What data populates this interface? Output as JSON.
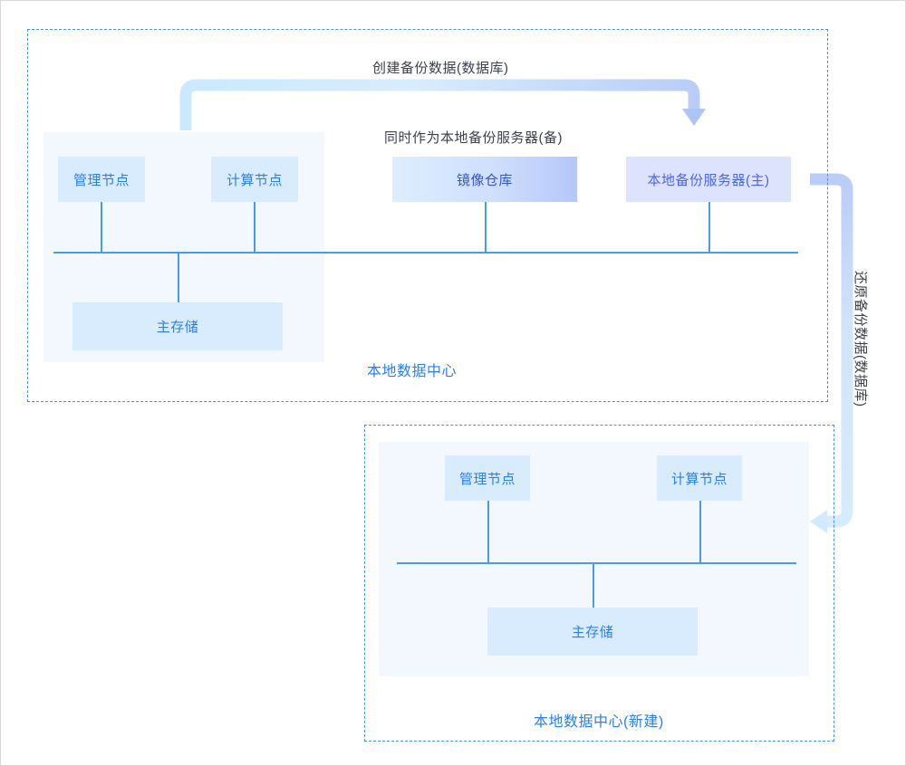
{
  "diagram": {
    "title_hidden": "",
    "colors": {
      "frame_dashed": "#4a90e8",
      "panel_bg": "#f3f8fe",
      "node_blue": "#d9ecfd",
      "node_lavender": "#dee3fd",
      "accent_text": "#2b7fe8",
      "line": "#4a9be8",
      "arrow_light": "#d6ecfc",
      "arrow_periwinkle": "#aec4f5",
      "caption_text": "#3b3f4a"
    },
    "captions": {
      "create_backup": "创建备份数据(数据库)",
      "also_standby": "同时作为本地备份服务器(备)",
      "restore_backup": "还原备份数据(数据库)"
    },
    "datacenter_top": {
      "label": "本地数据中心",
      "nodes": {
        "mgmt": "管理节点",
        "compute": "计算节点",
        "registry": "镜像仓库",
        "backup_server": "本地备份服务器(主)",
        "storage": "主存储"
      }
    },
    "datacenter_bottom": {
      "label": "本地数据中心(新建)",
      "nodes": {
        "mgmt": "管理节点",
        "compute": "计算节点",
        "storage": "主存储"
      }
    },
    "arrows": [
      {
        "name": "create-backup-arrow",
        "direction": "down",
        "label": "创建备份数据(数据库)"
      },
      {
        "name": "restore-backup-arrow",
        "direction": "left",
        "label": "还原备份数据(数据库)"
      }
    ]
  }
}
